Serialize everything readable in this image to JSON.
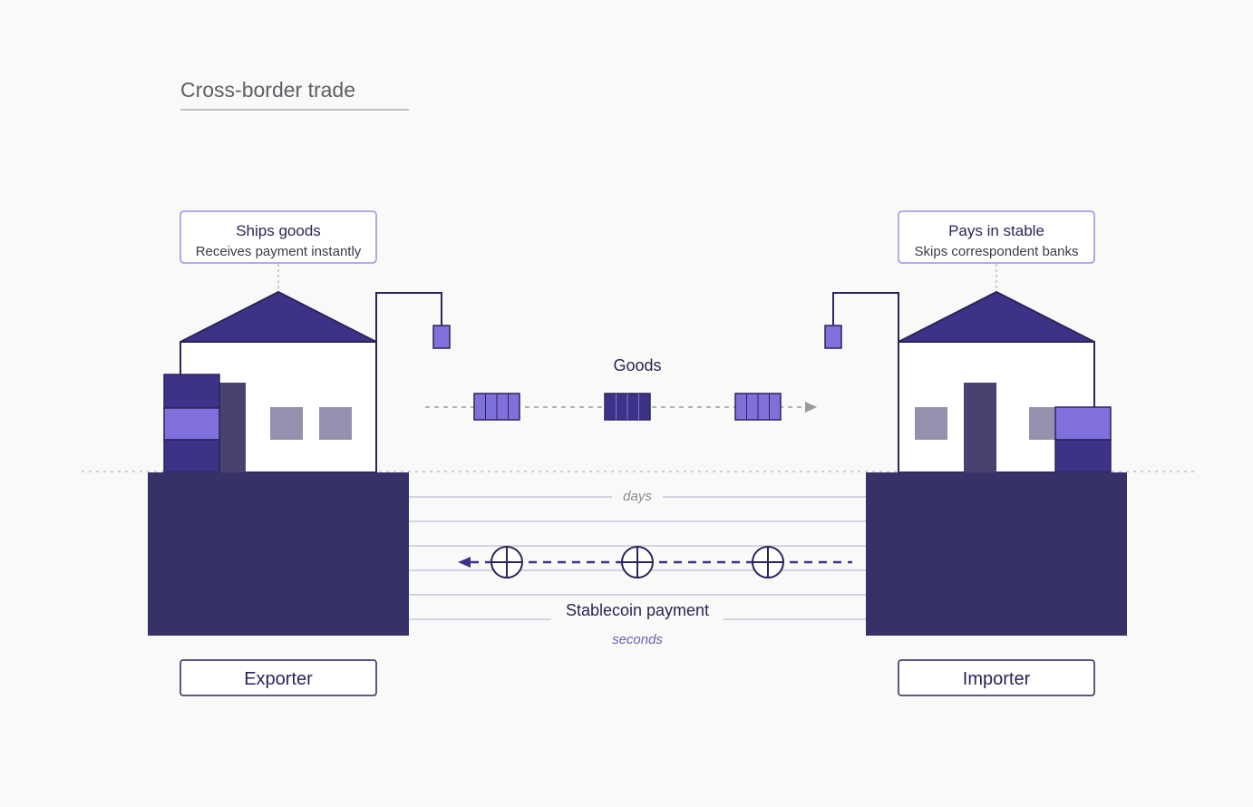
{
  "title": "Cross-border trade",
  "exporter": {
    "label": "Exporter",
    "callout_title": "Ships goods",
    "callout_subtitle": "Receives payment instantly"
  },
  "importer": {
    "label": "Importer",
    "callout_title": "Pays in stable",
    "callout_subtitle": "Skips correspondent banks"
  },
  "goods_flow": {
    "label": "Goods",
    "duration": "days"
  },
  "payment_flow": {
    "label": "Stablecoin payment",
    "duration": "seconds"
  },
  "colors": {
    "background": "#f9f9f8",
    "navy": "#2a2558",
    "vault": "#363166",
    "roof": "#3c3388",
    "lavender": "#8070dc",
    "window": "#9690ae",
    "door": "#47426e",
    "callout_border": "#9a8fe0",
    "rail": "#c9c6de",
    "dots": "#c4c4c4",
    "goods_arrow": "#9a9a9a"
  }
}
